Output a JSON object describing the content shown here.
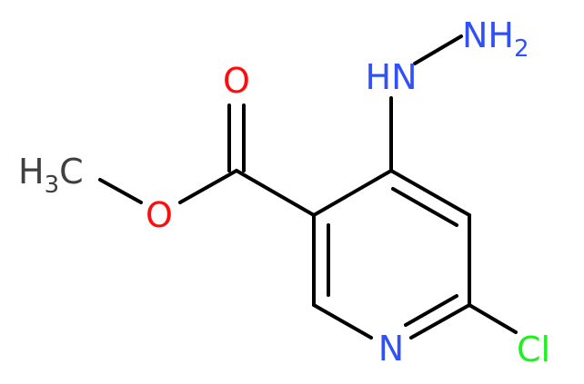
{
  "molecule": {
    "atoms": {
      "oxygen_carbonyl": "O",
      "oxygen_ester": "O",
      "methyl": {
        "base": "H",
        "sub": "3",
        "tail": "C"
      },
      "nh": "HN",
      "nh2": {
        "base": "NH",
        "sub": "2"
      },
      "ring_n": "N",
      "chlorine": "Cl"
    }
  },
  "colors": {
    "bond": "#000000",
    "oxygen": "#ff0d0d",
    "nitrogen": "#3050f8",
    "chlorine": "#1ff01f",
    "carbon_hydrogen": "#404040"
  }
}
